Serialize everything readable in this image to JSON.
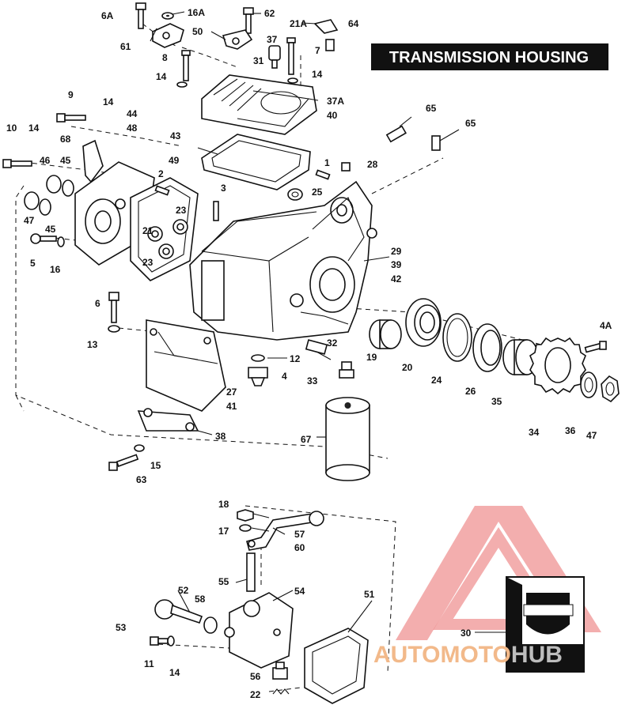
{
  "title": "TRANSMISSION HOUSING",
  "watermark": {
    "text_a": "AUTO",
    "text_b": "MOTO",
    "text_c": "HUB",
    "color_a": "#f2b98a",
    "color_b": "#f2b98a",
    "color_c": "#d0d0d0"
  },
  "badge": {
    "number": "30"
  },
  "labels": [
    "6A",
    "16A",
    "62",
    "21A",
    "64",
    "61",
    "50",
    "37",
    "8",
    "7",
    "31",
    "14",
    "14",
    "37A",
    "40",
    "9",
    "14",
    "10",
    "14",
    "44",
    "48",
    "68",
    "46",
    "45",
    "43",
    "65",
    "65",
    "28",
    "1",
    "2",
    "49",
    "3",
    "25",
    "47",
    "45",
    "23",
    "21",
    "23",
    "5",
    "16",
    "29",
    "39",
    "42",
    "6",
    "13",
    "32",
    "12",
    "4",
    "33",
    "19",
    "20",
    "24",
    "26",
    "35",
    "34",
    "4A",
    "36",
    "47",
    "27",
    "41",
    "38",
    "15",
    "63",
    "67",
    "18",
    "17",
    "57",
    "60",
    "55",
    "52",
    "58",
    "53",
    "54",
    "51",
    "11",
    "14",
    "56",
    "22"
  ],
  "colors": {
    "ink": "#111111",
    "watermark_red": "#e23a3a"
  }
}
